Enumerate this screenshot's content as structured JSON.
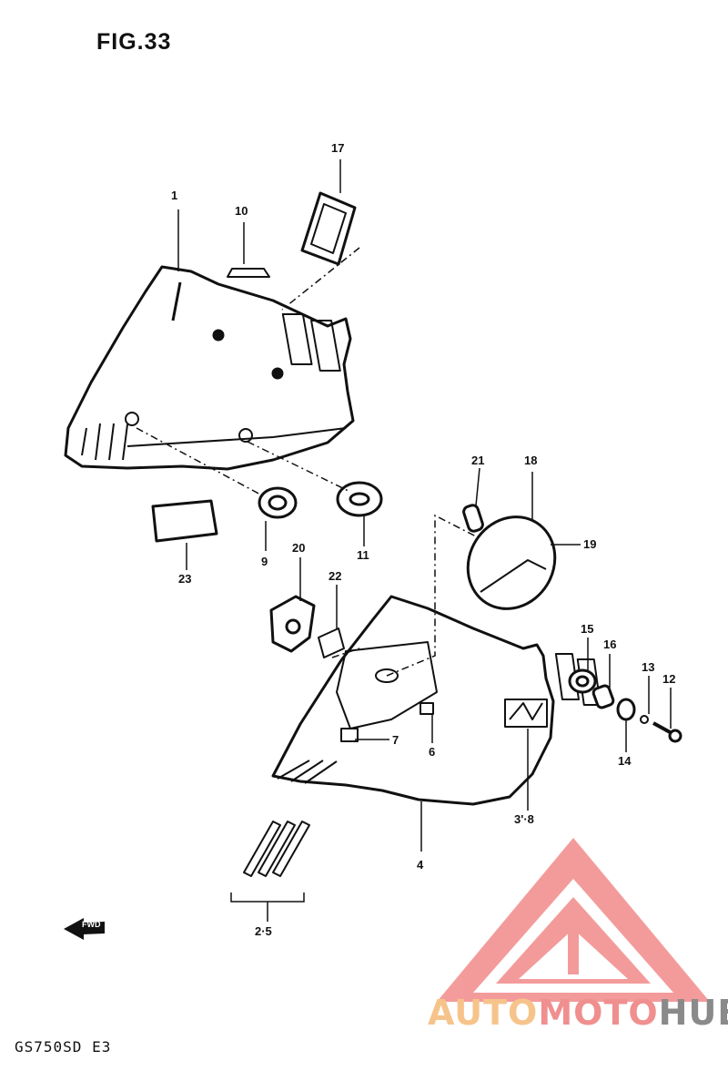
{
  "figure": {
    "title": "FIG.33",
    "model": "GS750SD E3"
  },
  "callouts": [
    {
      "id": "c1",
      "text": "1"
    },
    {
      "id": "c10",
      "text": "10"
    },
    {
      "id": "c17",
      "text": "17"
    },
    {
      "id": "c9",
      "text": "9"
    },
    {
      "id": "c11",
      "text": "11"
    },
    {
      "id": "c23",
      "text": "23"
    },
    {
      "id": "c20",
      "text": "20"
    },
    {
      "id": "c22",
      "text": "22"
    },
    {
      "id": "c21",
      "text": "21"
    },
    {
      "id": "c18",
      "text": "18"
    },
    {
      "id": "c19",
      "text": "19"
    },
    {
      "id": "c15",
      "text": "15"
    },
    {
      "id": "c16",
      "text": "16"
    },
    {
      "id": "c13",
      "text": "13"
    },
    {
      "id": "c12",
      "text": "12"
    },
    {
      "id": "c14",
      "text": "14"
    },
    {
      "id": "c7",
      "text": "7"
    },
    {
      "id": "c6",
      "text": "6"
    },
    {
      "id": "c3-8",
      "text": "3'·8"
    },
    {
      "id": "c4",
      "text": "4"
    },
    {
      "id": "c2-5",
      "text": "2·5"
    }
  ],
  "fwd_arrow_label": "FWD",
  "watermark": {
    "part1": "AUTO",
    "part2": "MOTO",
    "part3": "HUB",
    "colors": {
      "auto": "#f6c48b",
      "moto": "#f08f8f",
      "hub": "#8a8a8a",
      "logo": "#f07a7a"
    }
  }
}
